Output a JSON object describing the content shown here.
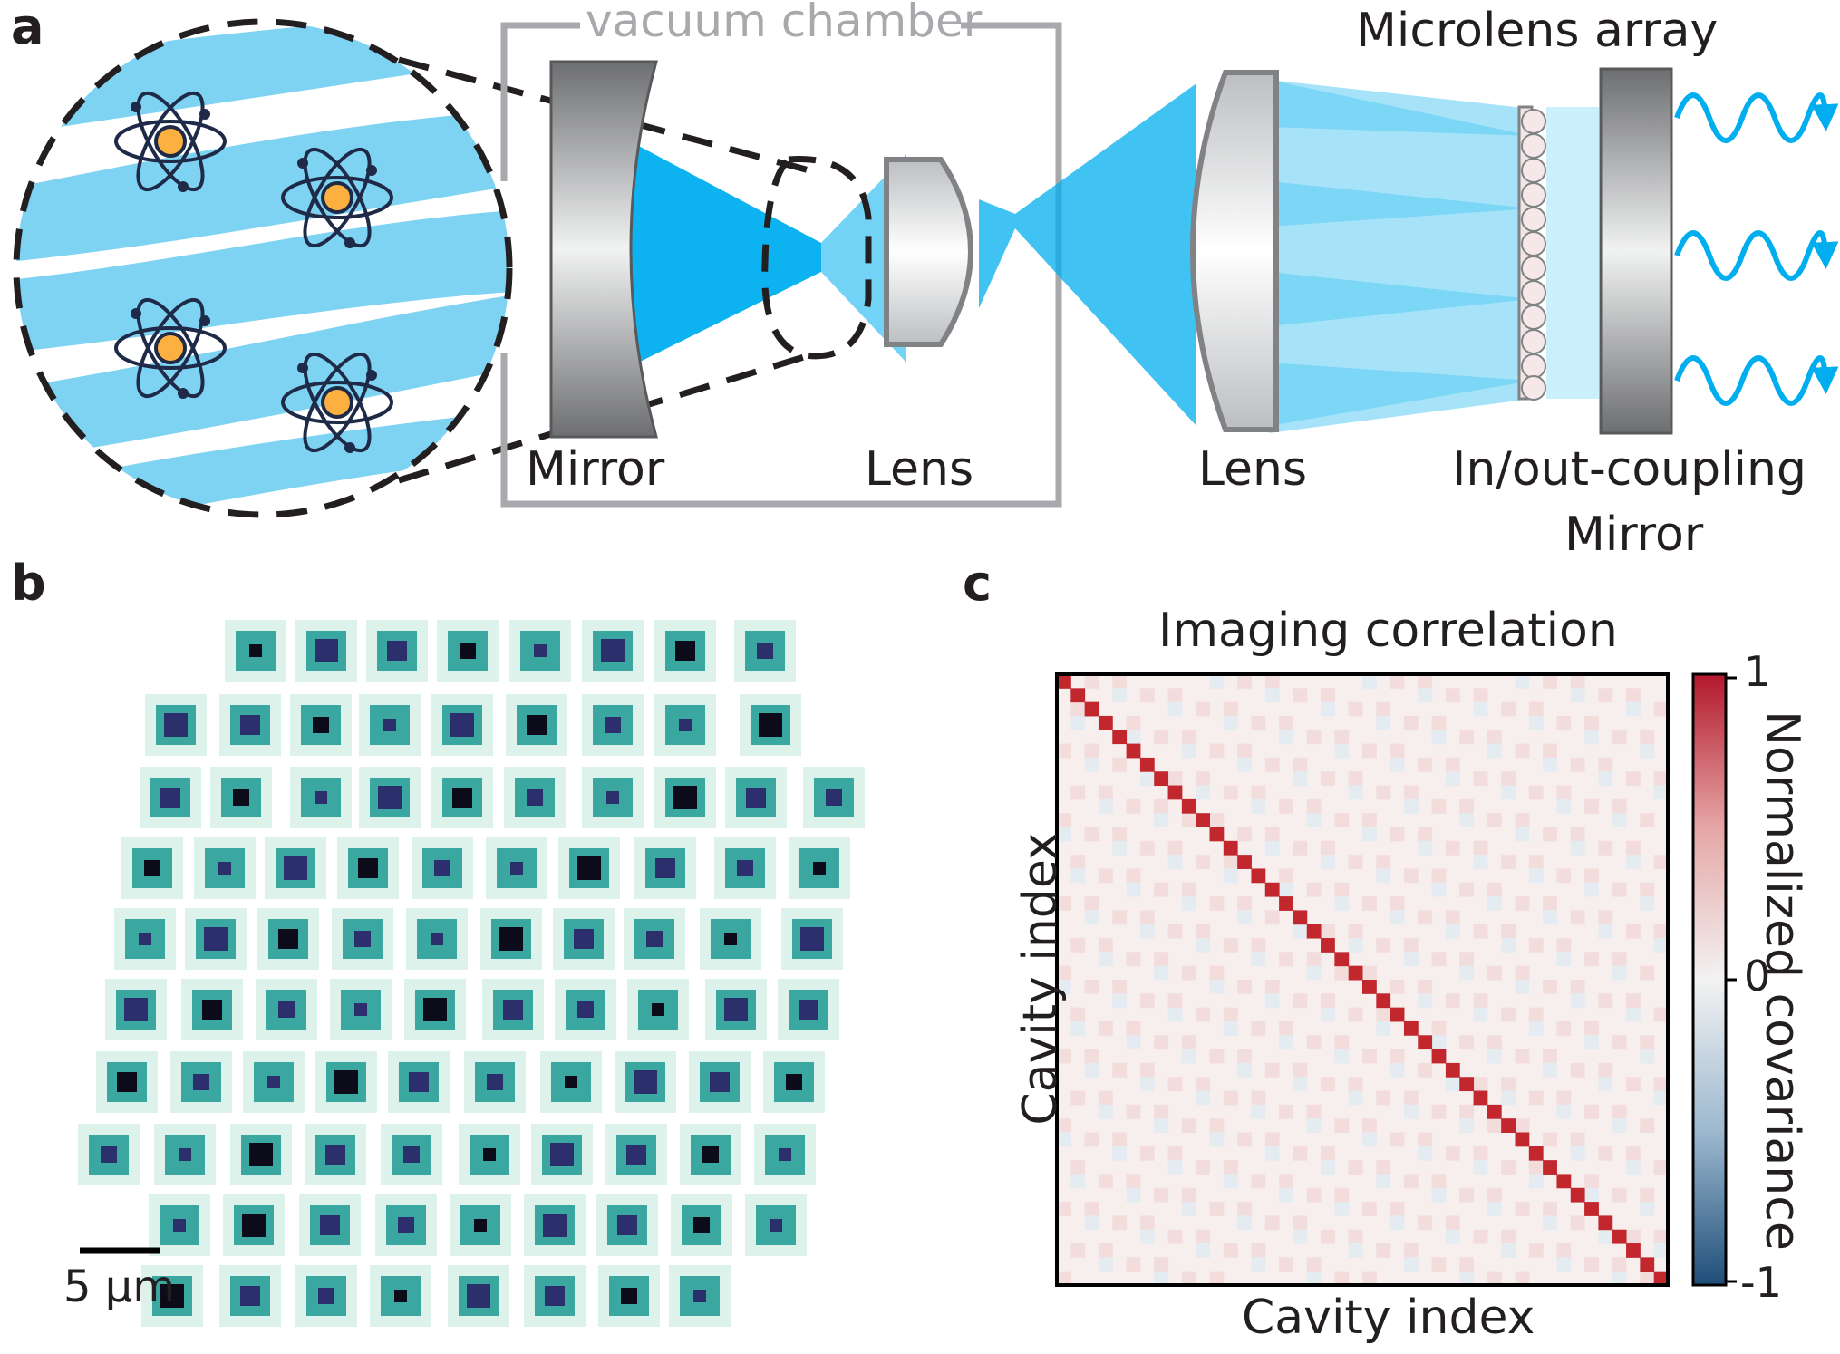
{
  "panel_a": {
    "letter": "a",
    "vacuum_label": "vacuum chamber",
    "mirror_label": "Mirror",
    "lens_inner_label": "Lens",
    "lens_outer_label": "Lens",
    "microlens_label": "Microlens array",
    "coupling_label_line1": "In/out-coupling",
    "coupling_label_line2": "Mirror"
  },
  "panel_b": {
    "letter": "b",
    "scale_bar_label": "5 µm"
  },
  "panel_c": {
    "letter": "c",
    "title": "Imaging correlation",
    "xlabel": "Cavity index",
    "ylabel": "Cavity index",
    "colorbar_label": "Normalized covariance",
    "colorbar_ticks": [
      "1",
      "0",
      "-1"
    ]
  },
  "colors": {
    "beam": "#00aeef",
    "beam_light": "#7fd3f2",
    "dashed": "#231f20",
    "chamber": "#a7a9ac",
    "diag_red": "#c1272d",
    "blue_end": "#1f4e79"
  },
  "chart_data": {
    "type": "heatmap",
    "title": "Imaging correlation",
    "xlabel": "Cavity index",
    "ylabel": "Cavity index",
    "n": 44,
    "diagonal_value": 1,
    "offdiagonal_value_approx": 0,
    "colorbar": {
      "label": "Normalized covariance",
      "range": [
        -1,
        1
      ],
      "ticks": [
        -1,
        0,
        1
      ]
    }
  }
}
